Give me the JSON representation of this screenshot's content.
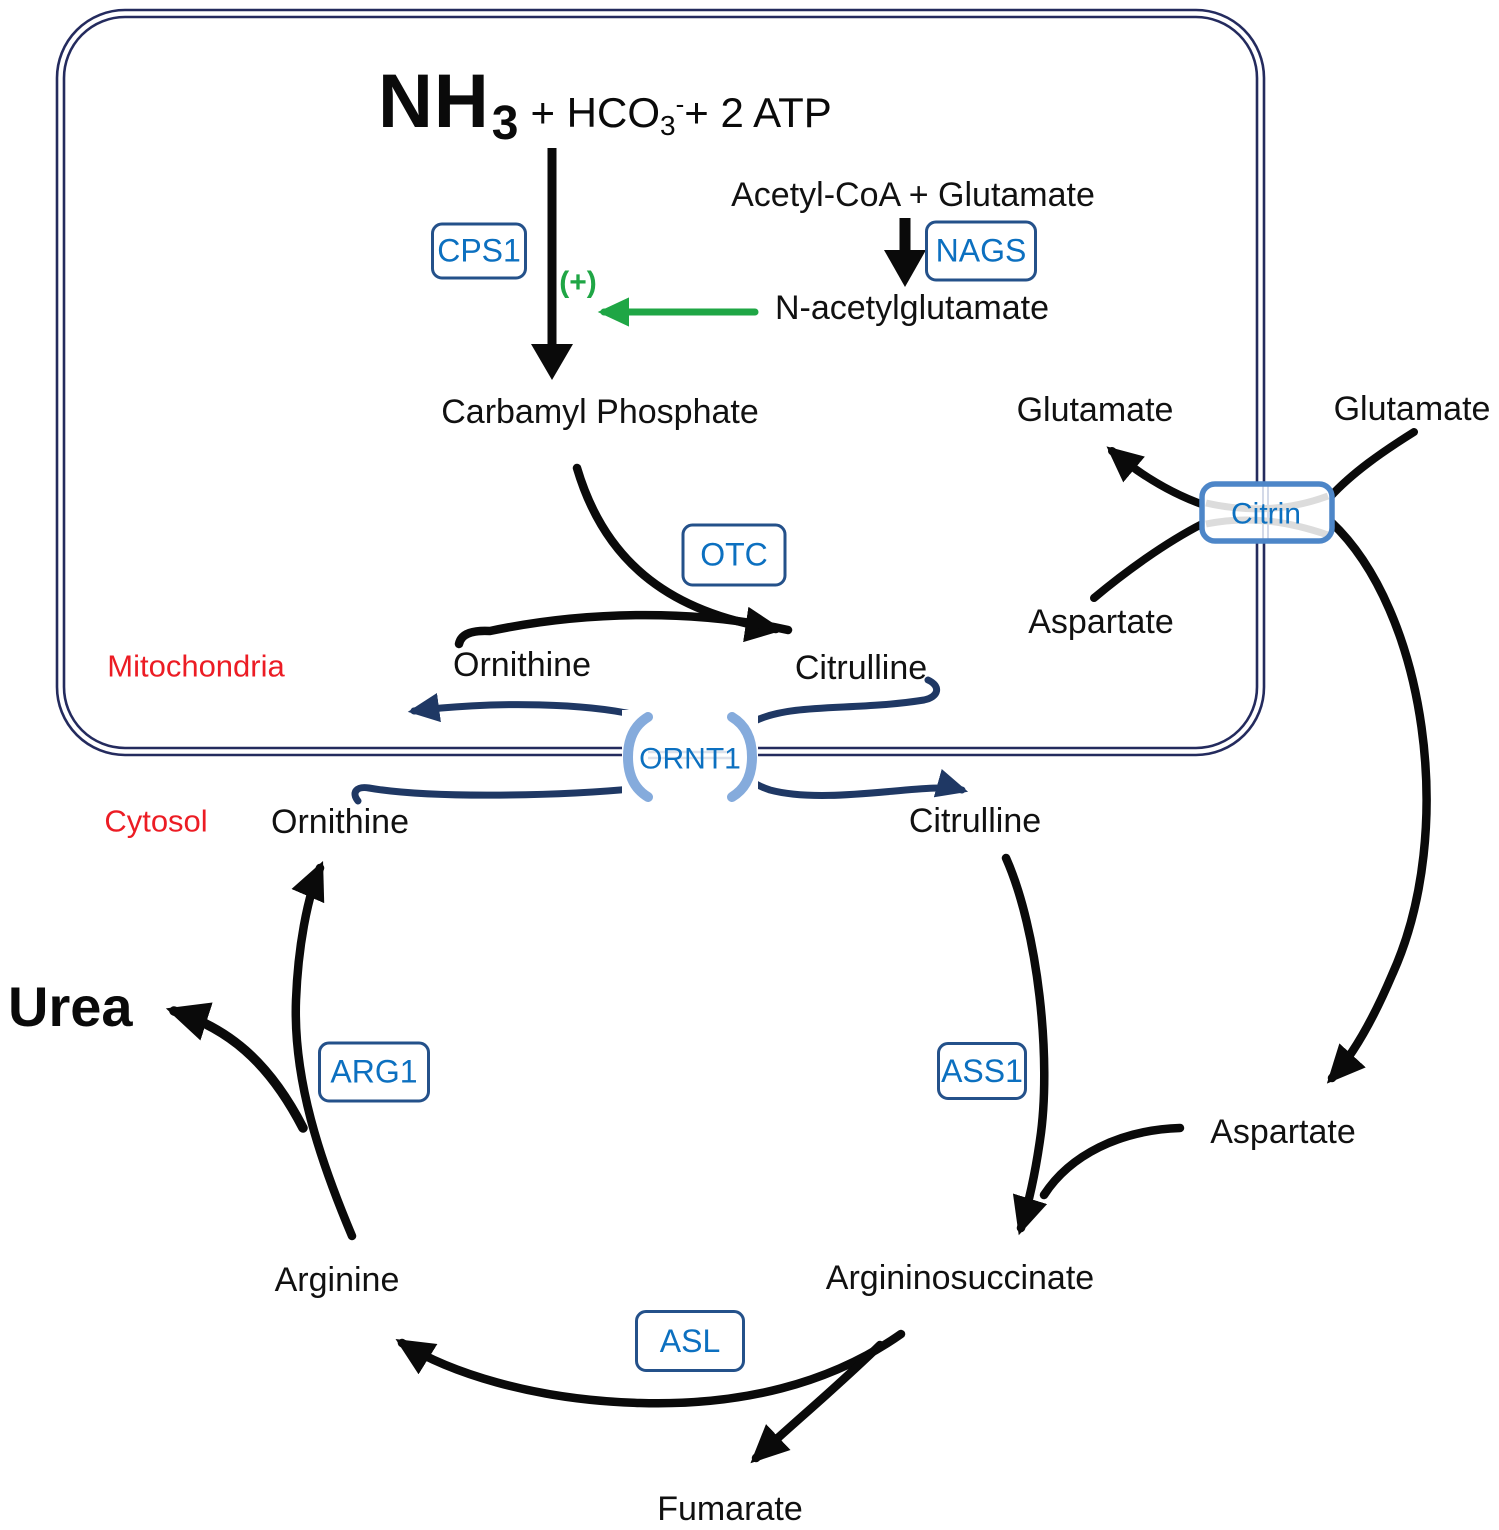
{
  "colors": {
    "black": "#0a0a0a",
    "navy_transport": "#1f3864",
    "membrane": "#242b5e",
    "compartment_red": "#ec1c24",
    "activation_green": "#1fa645",
    "enzyme_border": "#24518a",
    "enzyme_text": "#0c70c0",
    "citrin_border": "#4d86c8",
    "ornt1_bracket": "#85abdc"
  },
  "formula": {
    "nh": "NH",
    "nh_sub": "3",
    "hco": "+ HCO",
    "hco_sub": "3",
    "hco_sup": "-",
    "atp": " + 2 ATP"
  },
  "compartments": {
    "mitochondria": "Mitochondria",
    "cytosol": "Cytosol"
  },
  "metabolites": {
    "acetyl_glutamate": "Acetyl-CoA + Glutamate",
    "n_acetylglutamate": "N-acetylglutamate",
    "carbamyl_phosphate": "Carbamyl Phosphate",
    "glutamate_inner": "Glutamate",
    "glutamate_outer": "Glutamate",
    "aspartate_inner": "Aspartate",
    "aspartate_cytosol": "Aspartate",
    "ornithine_mito": "Ornithine",
    "citrulline_mito": "Citrulline",
    "ornithine_cytosol": "Ornithine",
    "citrulline_cytosol": "Citrulline",
    "arginine": "Arginine",
    "argininosuccinate": "Argininosuccinate",
    "fumarate": "Fumarate",
    "urea": "Urea"
  },
  "enzymes": {
    "cps1": "CPS1",
    "nags": "NAGS",
    "otc": "OTC",
    "ass1": "ASS1",
    "asl": "ASL",
    "arg1": "ARG1",
    "ornt1": "ORNT1",
    "citrin": "Citrin"
  },
  "annotations": {
    "activation": "(+)"
  }
}
